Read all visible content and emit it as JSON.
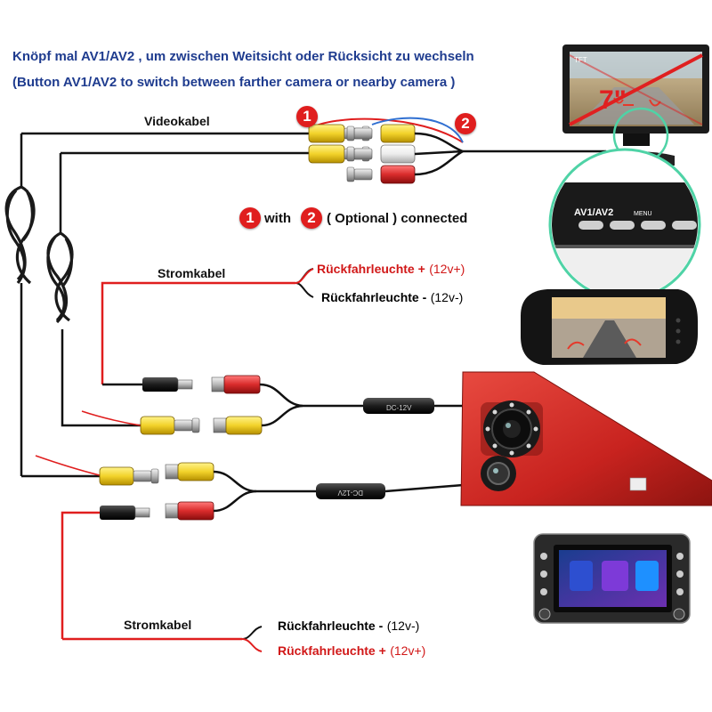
{
  "header": {
    "line_de": "Knöpf mal AV1/AV2 , um zwischen Weitsicht oder Rücksicht zu wechseln",
    "line_en": "(Button AV1/AV2 to switch between farther camera or nearby camera )"
  },
  "cables": {
    "video": "Videokabel",
    "power_top": "Stromkabel",
    "power_bottom": "Stromkabel"
  },
  "markers": {
    "one": "1",
    "two": "2",
    "note_with": "with",
    "note_optional": "( Optional ) connected"
  },
  "power_top": {
    "pos_name": "Rückfahrleuchte +",
    "pos_val": "(12v+)",
    "neg_name": "Rückfahrleuchte -",
    "neg_val": "(12v-)"
  },
  "power_bottom": {
    "neg_name": "Rückfahrleuchte -",
    "neg_val": "(12v-)",
    "pos_name": "Rückfahrleuchte +",
    "pos_val": "(12v+)"
  },
  "monitor": {
    "size_label": "7\"",
    "brand": "TFT",
    "zoom_button": "AV1/AV2",
    "zoom_menu": "MENU"
  },
  "connectors": {
    "dc_top": "DC-12V",
    "dc_bottom": "DC-12V"
  },
  "colors": {
    "heading": "#1f3c8f",
    "warning_red": "#d11818",
    "rca_yellow": "#f2d22a",
    "rca_red": "#d92b2b",
    "rca_white": "#ececec",
    "camera_housing": "#c8231f",
    "zoom_ring": "#4fd3a6"
  },
  "icons": [
    "rear-view-monitor",
    "mirror-monitor",
    "brake-light-camera",
    "car-radio-unit",
    "cable-coil"
  ]
}
